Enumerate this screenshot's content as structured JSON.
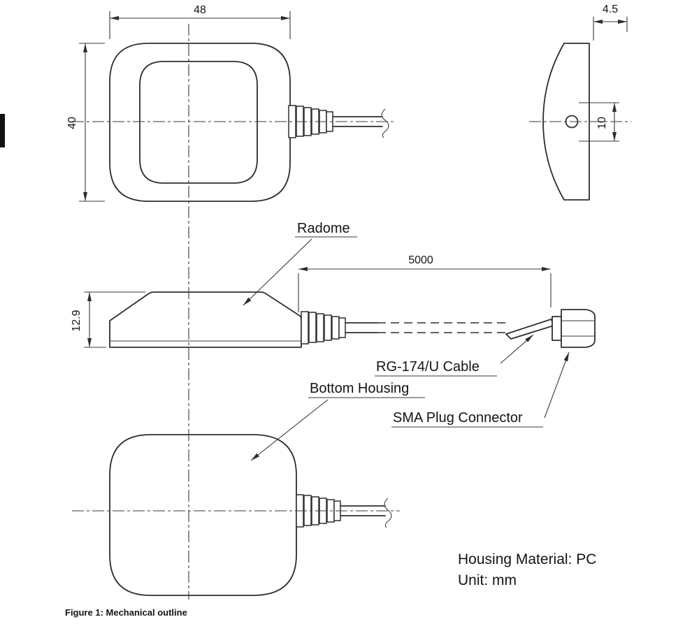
{
  "drawing": {
    "stroke_color": "#2e2e2e",
    "background": "#ffffff"
  },
  "dimensions": {
    "top_width": "48",
    "top_height": "40",
    "profile_thickness": "4.5",
    "hole_offset": "10",
    "side_height": "12.9",
    "cable_length": "5000"
  },
  "labels": {
    "radome": "Radome",
    "cable": "RG-174/U Cable",
    "bottom_housing": "Bottom Housing",
    "sma": "SMA Plug Connector"
  },
  "notes": {
    "material": "Housing Material: PC",
    "unit": "Unit: mm"
  },
  "caption": "Figure 1: Mechanical outline"
}
